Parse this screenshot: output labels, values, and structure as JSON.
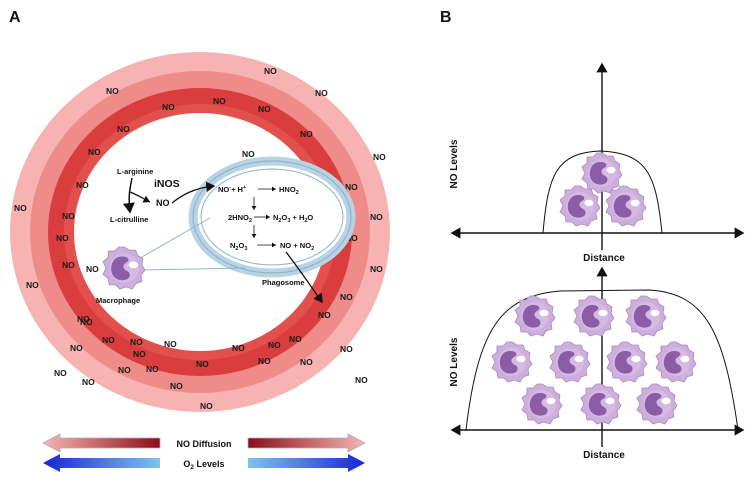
{
  "panels": {
    "a": "A",
    "b": "B"
  },
  "no_text": "NO",
  "pathway": {
    "arginine": "L-arginine",
    "inos": "iNOS",
    "no": "NO",
    "citrulline": "L-citrulline",
    "macrophage": "Macrophage",
    "phagosome": "Phagosome"
  },
  "reactions": {
    "r1_left": "NO",
    "r1_left_sup": "-",
    "r1_left_tail": "+ H",
    "r1_left_sup2": "+",
    "r1_right": "HNO",
    "r1_right_sub": "2",
    "r2_left": "2HNO",
    "r2_left_sub": "2",
    "r2_right_a": "N",
    "r2_right_sub1": "2",
    "r2_right_b": "O",
    "r2_right_sub2": "3",
    "r2_right_c": " + H",
    "r2_right_sub3": "2",
    "r2_right_d": "O",
    "r3_left_a": "N",
    "r3_left_sub1": "2",
    "r3_left_b": "O",
    "r3_left_sub2": "3",
    "r3_right_a": "NO + NO",
    "r3_right_sub": "2"
  },
  "legend": {
    "no_diffusion": "NO Diffusion",
    "o2_prefix": "O",
    "o2_sub": "2",
    "o2_suffix": " Levels"
  },
  "graphs": {
    "top": {
      "ylabel": "NO Levels",
      "xlabel": "Distance"
    },
    "bottom": {
      "ylabel": "NO Levels",
      "xlabel": "Distance"
    }
  },
  "colors": {
    "ring_light": "#f6b3b1",
    "ring_mid": "#ee8a88",
    "ring_dark": "#d83c3c",
    "phagosome_border": "#a9c8dc",
    "cell_fill": "#c8a8d8",
    "arrow_red": "#f08a86",
    "arrow_blue": "#1a35d8"
  }
}
